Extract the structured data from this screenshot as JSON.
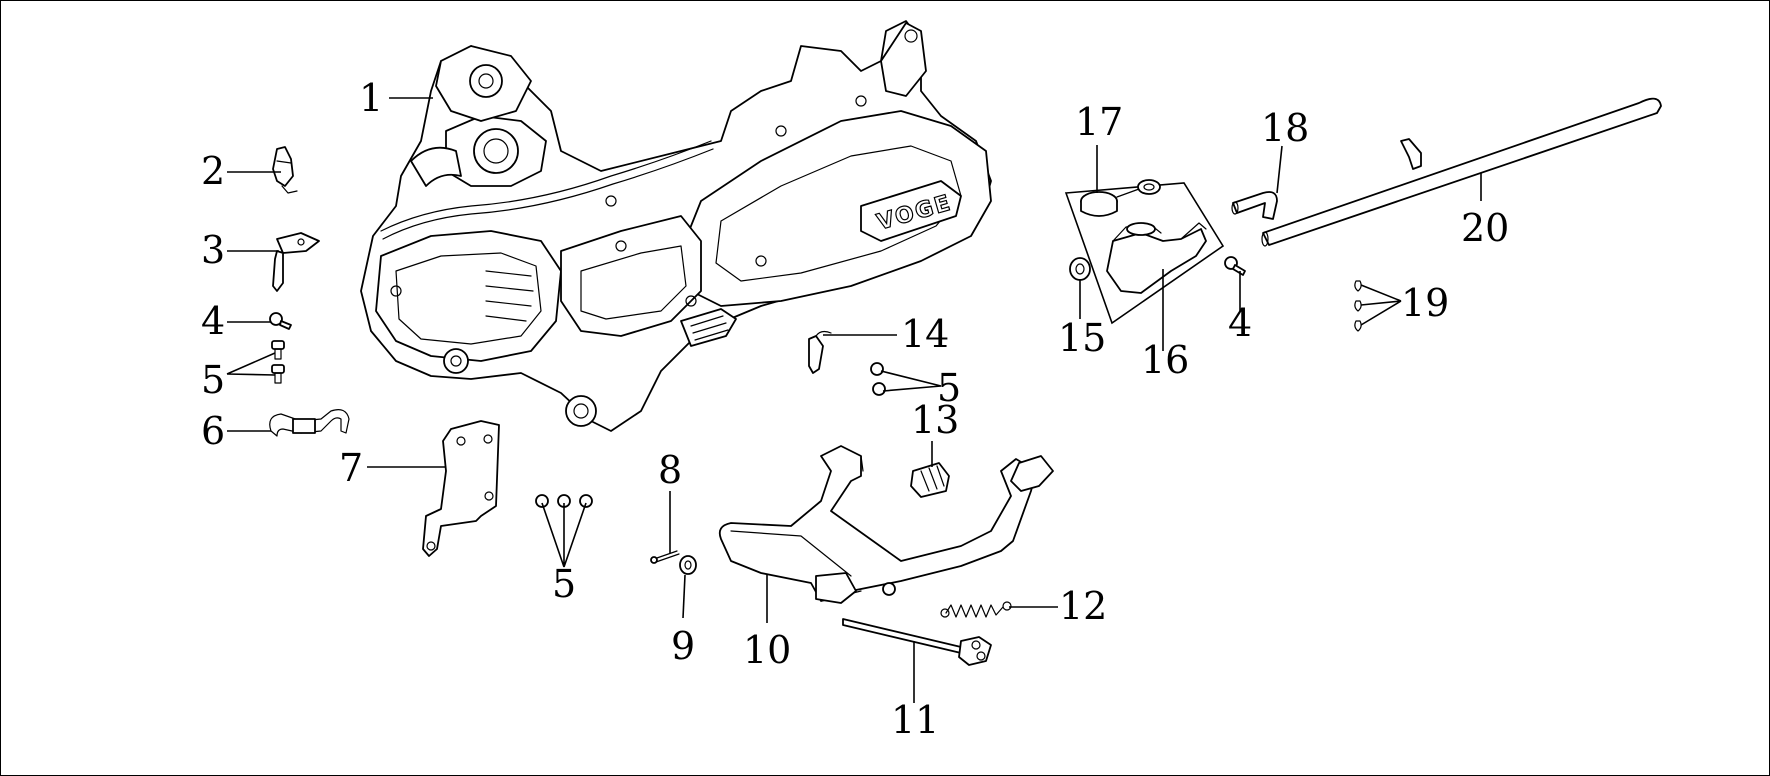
{
  "diagram": {
    "logo_text": "VOGE",
    "callouts": [
      "1",
      "2",
      "3",
      "4",
      "5",
      "6",
      "7",
      "5",
      "8",
      "9",
      "10",
      "11",
      "12",
      "13",
      "14",
      "5",
      "15",
      "16",
      "17",
      "18",
      "4",
      "19",
      "20"
    ]
  }
}
